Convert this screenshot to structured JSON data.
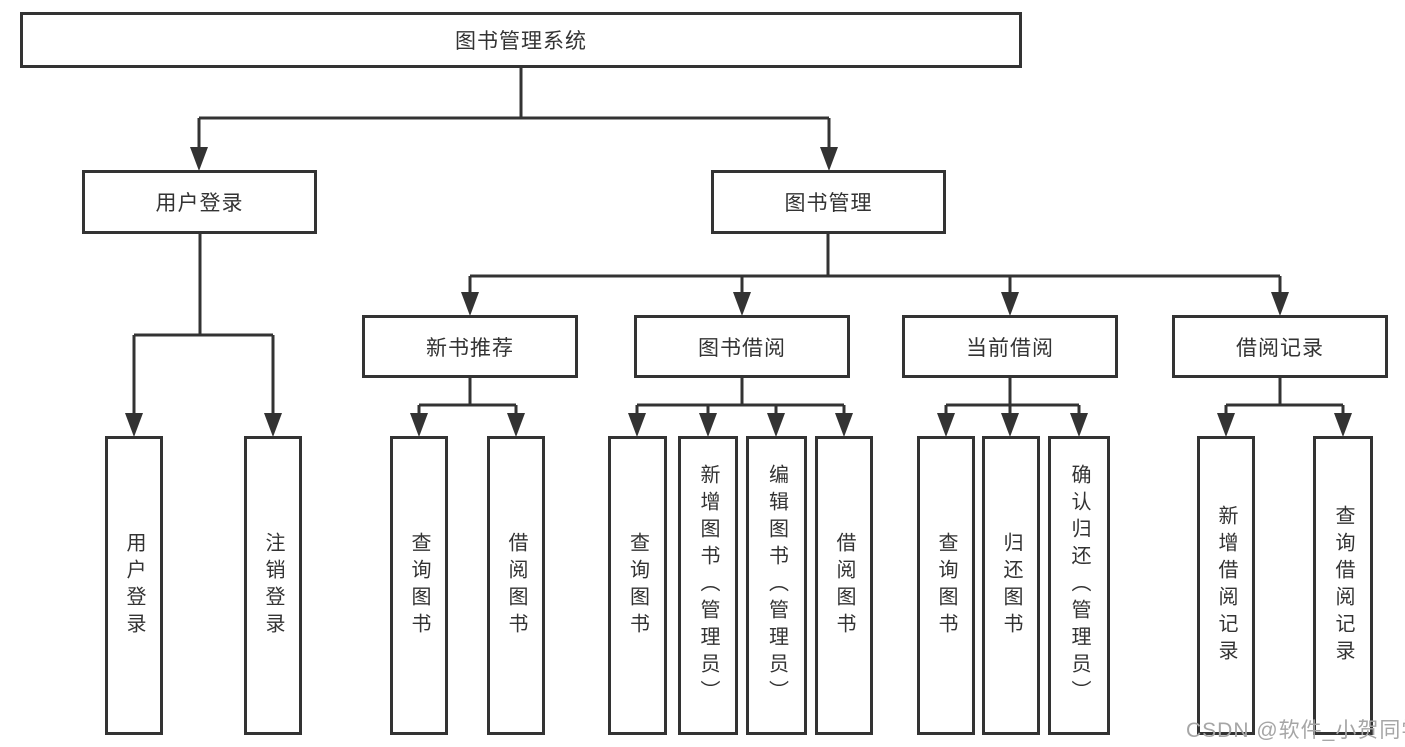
{
  "tree": {
    "label": "图书管理系统",
    "children": [
      {
        "label": "用户登录",
        "children": [
          {
            "label": "用户登录"
          },
          {
            "label": "注销登录"
          }
        ]
      },
      {
        "label": "图书管理",
        "children": [
          {
            "label": "新书推荐",
            "children": [
              {
                "label": "查询图书"
              },
              {
                "label": "借阅图书"
              }
            ]
          },
          {
            "label": "图书借阅",
            "children": [
              {
                "label": "查询图书"
              },
              {
                "label": "新增图书（管理员）"
              },
              {
                "label": "编辑图书（管理员）"
              },
              {
                "label": "借阅图书"
              }
            ]
          },
          {
            "label": "当前借阅",
            "children": [
              {
                "label": "查询图书"
              },
              {
                "label": "归还图书"
              },
              {
                "label": "确认归还（管理员）"
              }
            ]
          },
          {
            "label": "借阅记录",
            "children": [
              {
                "label": "新增借阅记录"
              },
              {
                "label": "查询借阅记录"
              }
            ]
          }
        ]
      }
    ]
  },
  "watermark": {
    "text": "CSDN @软件_小贺同学"
  },
  "colors": {
    "line": "#333333",
    "node_border": "#333333",
    "node_text": "#333333",
    "watermark": "#a6a6a6",
    "background": "#ffffff"
  }
}
